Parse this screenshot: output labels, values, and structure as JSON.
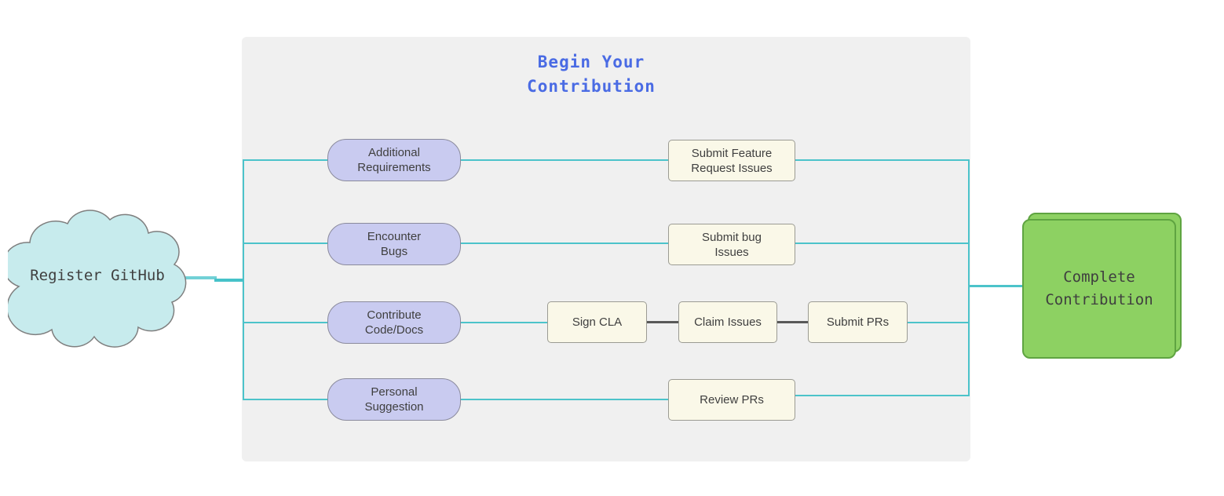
{
  "cloud": {
    "label": "Register GitHub"
  },
  "panel": {
    "title": [
      "Begin Your",
      "Contribution"
    ]
  },
  "rows": [
    {
      "source": [
        "Additional",
        "Requirements"
      ],
      "steps": [
        [
          "Submit Feature",
          "Request Issues"
        ]
      ]
    },
    {
      "source": [
        "Encounter",
        "Bugs"
      ],
      "steps": [
        [
          "Submit bug",
          "Issues"
        ]
      ]
    },
    {
      "source": [
        "Contribute",
        "Code/Docs"
      ],
      "steps": [
        [
          "Sign CLA"
        ],
        [
          "Claim Issues"
        ],
        [
          "Submit PRs"
        ]
      ]
    },
    {
      "source": [
        "Personal",
        "Suggestion"
      ],
      "steps": [
        [
          "Review PRs"
        ]
      ]
    }
  ],
  "end": {
    "label": [
      "Complete",
      "Contribution"
    ]
  },
  "colors": {
    "connector_teal": "#4cc3ca",
    "connector_dark": "#595959",
    "panel_background": "#f0f0f0",
    "title_blue": "#4a6be4",
    "cloud_fill": "#c7ebed",
    "source_pill_fill": "#c9cbf0",
    "step_box_fill": "#faf8e8",
    "end_box_fill": "#8dd162",
    "end_box_border": "#5fa441",
    "node_text": "#3f3f3f"
  }
}
